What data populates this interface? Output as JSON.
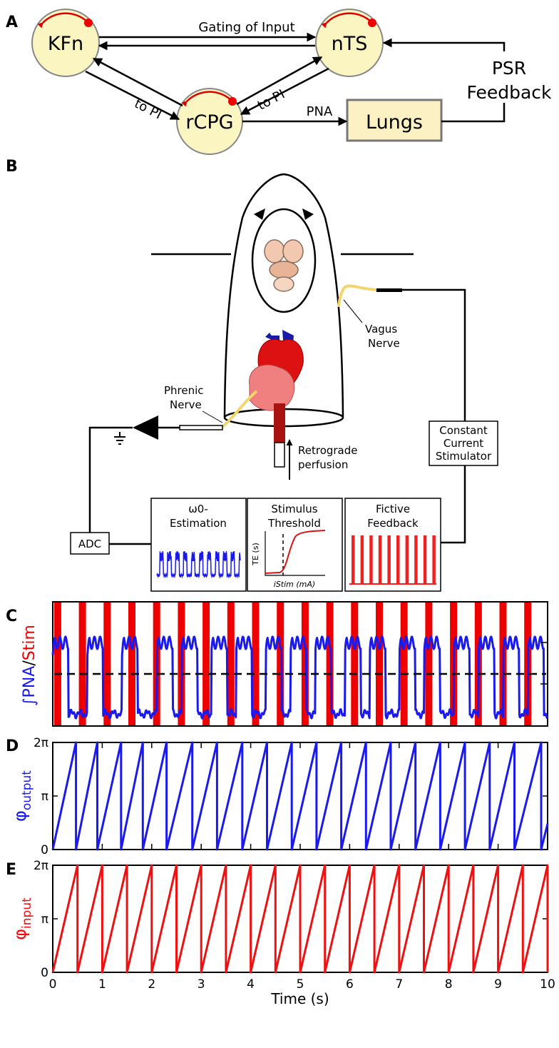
{
  "panels": {
    "a": "A",
    "b": "B",
    "c": "C",
    "d": "D",
    "e": "E"
  },
  "diagram": {
    "nodes": {
      "kfn": "KFn",
      "nts": "nTS",
      "rcpg": "rCPG",
      "lungs": "Lungs"
    },
    "edges": {
      "gating": "Gating of Input",
      "to_pi_left": "to PI",
      "to_pi_right": "to PI",
      "pna": "PNA",
      "psr_line1": "PSR",
      "psr_line2": "Feedback"
    }
  },
  "setup": {
    "vagus_line1": "Vagus",
    "vagus_line2": "Nerve",
    "phrenic_line1": "Phrenic",
    "phrenic_line2": "Nerve",
    "retro_line1": "Retrograde",
    "retro_line2": "perfusion",
    "stim_line1": "Constant",
    "stim_line2": "Current",
    "stim_line3": "Stimulator",
    "adc": "ADC",
    "omega_line1": "ω0-",
    "omega_line2": "Estimation",
    "thresh_line1": "Stimulus",
    "thresh_line2": "Threshold",
    "thresh_ylabel": "TE (s)",
    "thresh_xlabel": "iStim (mA)",
    "fictive_line1": "Fictive",
    "fictive_line2": "Feedback"
  },
  "colors": {
    "pna": "#0000ee",
    "stim": "#ee0000",
    "node_fill": "#fbf5c2",
    "lungs_fill": "#fbf1c3"
  },
  "chart_data": [
    {
      "type": "line",
      "panel": "C",
      "ylabel_a": "∫PNA",
      "ylabel_sep": "/",
      "ylabel_b": "Stim",
      "xlim": [
        0,
        10
      ],
      "threshold_dashed": 0.4,
      "stim_pulse_times": [
        0.1,
        0.6,
        1.1,
        1.6,
        2.1,
        2.6,
        3.1,
        3.6,
        4.1,
        4.6,
        5.1,
        5.6,
        6.1,
        6.6,
        7.1,
        7.6,
        8.1,
        8.6,
        9.1,
        9.6
      ],
      "burst_times": [
        0.0,
        0.7,
        1.4,
        2.1,
        2.6,
        3.2,
        3.7,
        4.3,
        4.8,
        5.3,
        5.9,
        6.4,
        7.0,
        7.5,
        8.1,
        8.6,
        9.1,
        9.6
      ],
      "series": [
        {
          "name": "∫PNA"
        },
        {
          "name": "Stim"
        }
      ]
    },
    {
      "type": "line",
      "panel": "D",
      "ylabel_main": "φ",
      "ylabel_sub": "output",
      "xlim": [
        0,
        10
      ],
      "yticks": [
        "0",
        "π",
        "2π"
      ],
      "reset_times": [
        0.0,
        0.47,
        0.9,
        1.38,
        1.82,
        2.3,
        2.82,
        3.32,
        3.83,
        4.33,
        4.83,
        5.33,
        5.83,
        6.33,
        6.83,
        7.33,
        7.83,
        8.33,
        8.83,
        9.33,
        9.87
      ],
      "series": [
        {
          "name": "φoutput"
        }
      ]
    },
    {
      "type": "line",
      "panel": "E",
      "ylabel_main": "φ",
      "ylabel_sub": "input",
      "xlabel": "Time (s)",
      "xlim": [
        0,
        10
      ],
      "xticks": [
        "0",
        "1",
        "2",
        "3",
        "4",
        "5",
        "6",
        "7",
        "8",
        "9",
        "10"
      ],
      "yticks": [
        "0",
        "π",
        "2π"
      ],
      "reset_times": [
        0.0,
        0.5,
        1.0,
        1.5,
        2.0,
        2.5,
        3.0,
        3.5,
        4.0,
        4.5,
        5.0,
        5.5,
        6.0,
        6.5,
        7.0,
        7.5,
        8.0,
        8.5,
        9.0,
        9.5,
        10.0
      ],
      "series": [
        {
          "name": "φinput"
        }
      ]
    }
  ]
}
